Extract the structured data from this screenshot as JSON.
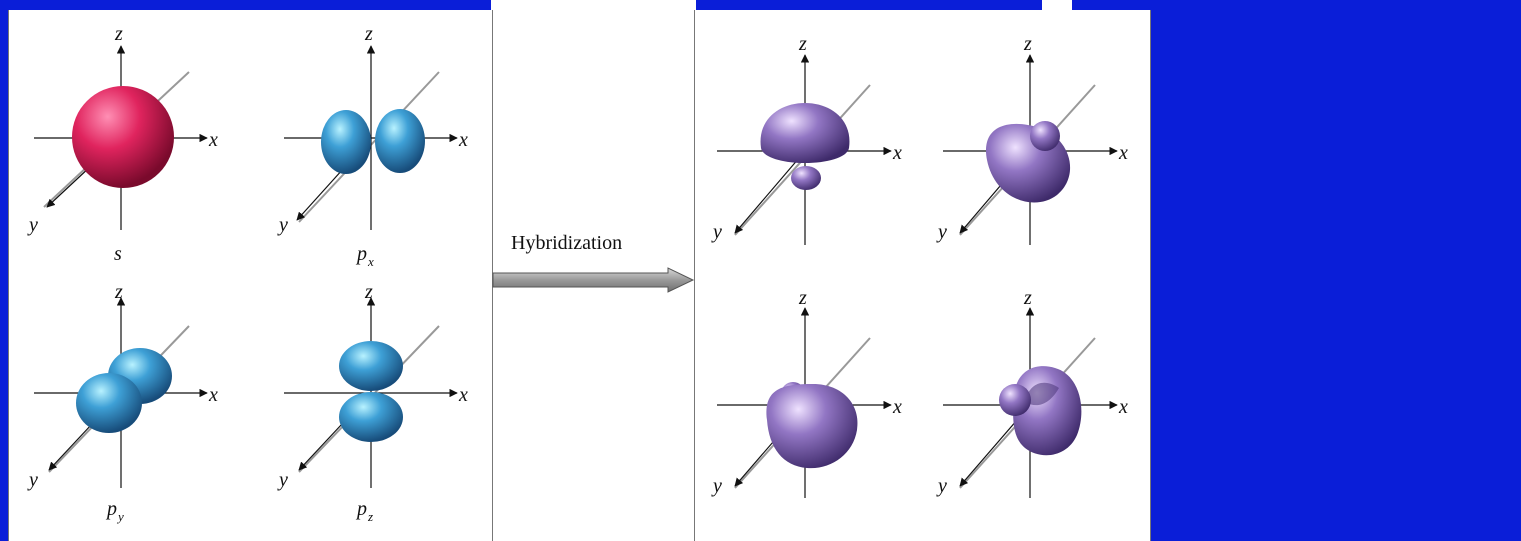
{
  "axis_labels": {
    "x": "x",
    "y": "y",
    "z": "z"
  },
  "atomic_orbitals": [
    {
      "name": "s",
      "sub": ""
    },
    {
      "name": "p",
      "sub": "x"
    },
    {
      "name": "p",
      "sub": "y"
    },
    {
      "name": "p",
      "sub": "z"
    }
  ],
  "arrow_label": "Hybridization",
  "colors": {
    "background": "#0a1ed8",
    "s_orbital": "#e0245e",
    "p_orbital": "#2e86c1",
    "hybrid_orbital": "#7a5aa8"
  }
}
